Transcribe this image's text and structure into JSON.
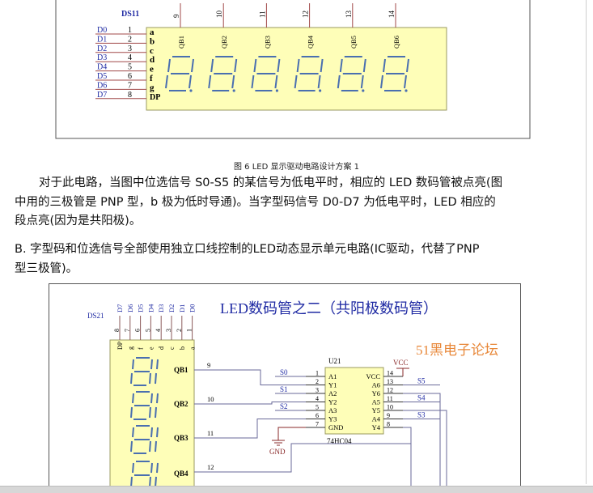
{
  "figure6": {
    "designator": "DS11",
    "top_pins": [
      "9",
      "10",
      "11",
      "12",
      "13",
      "14"
    ],
    "digit_labels": [
      "QB1",
      "QB2",
      "QB3",
      "QB4",
      "QB5",
      "QB6"
    ],
    "inputs": [
      {
        "net": "D0",
        "pin": "1",
        "seg": "a"
      },
      {
        "net": "D1",
        "pin": "2",
        "seg": "b"
      },
      {
        "net": "D2",
        "pin": "3",
        "seg": "c"
      },
      {
        "net": "D3",
        "pin": "4",
        "seg": "d"
      },
      {
        "net": "D4",
        "pin": "5",
        "seg": "e"
      },
      {
        "net": "D5",
        "pin": "6",
        "seg": "f"
      },
      {
        "net": "D6",
        "pin": "7",
        "seg": "g"
      },
      {
        "net": "D7",
        "pin": "8",
        "seg": "DP"
      }
    ],
    "caption": "图 6   LED 显示驱动电路设计方案 1",
    "colors": {
      "display_fill": "#fefeb8",
      "segment": "#4a6fb0",
      "net": "#1f2aa3",
      "wire": "#a14848"
    }
  },
  "paragraph1": [
    "对于此电路，当图中位选信号 S0-S5 的某信号为低电平时，相应的 LED 数码管被点亮(图",
    "中用的三极管是 PNP 型，b 极为低时导通)。当字型码信号 D0-D7 为低电平时，LED 相应的",
    "段点亮(因为是共阳极)。"
  ],
  "paragraph2": [
    "B. 字型码和位选信号全部使用独立口线控制的LED动态显示单元电路(IC驱动，代替了PNP",
    "型三极管)。"
  ],
  "figure7": {
    "title": "LED数码管之二（共阳极数码管）",
    "watermark": "51黑电子论坛",
    "designator": "DS21",
    "top_nets": [
      "D7",
      "D6",
      "D5",
      "D4",
      "D3",
      "D2",
      "D1",
      "D0"
    ],
    "top_pins": [
      "8",
      "7",
      "6",
      "5",
      "4",
      "3",
      "2",
      "1"
    ],
    "seg_labels": [
      "DP",
      "g",
      "f",
      "e",
      "d",
      "c",
      "b",
      "a"
    ],
    "digits": [
      {
        "label": "QB1",
        "pin": "9"
      },
      {
        "label": "QB2",
        "pin": "10"
      },
      {
        "label": "QB3",
        "pin": "11"
      },
      {
        "label": "QB4",
        "pin": "12"
      }
    ],
    "ic": {
      "designator": "U21",
      "part": "74HC04",
      "left_pins": [
        {
          "pin": "1",
          "name": "A1"
        },
        {
          "pin": "2",
          "name": "Y1"
        },
        {
          "pin": "3",
          "name": "A2"
        },
        {
          "pin": "4",
          "name": "Y2"
        },
        {
          "pin": "5",
          "name": "A3"
        },
        {
          "pin": "6",
          "name": "Y3"
        },
        {
          "pin": "7",
          "name": "GND"
        }
      ],
      "right_pins": [
        {
          "pin": "14",
          "name": "VCC"
        },
        {
          "pin": "13",
          "name": "A6"
        },
        {
          "pin": "12",
          "name": "Y6"
        },
        {
          "pin": "11",
          "name": "A5"
        },
        {
          "pin": "10",
          "name": "Y5"
        },
        {
          "pin": "9",
          "name": "A4"
        },
        {
          "pin": "8",
          "name": "Y4"
        }
      ]
    },
    "left_nets": [
      "S0",
      "S1",
      "S2"
    ],
    "right_nets": [
      "S5",
      "S4",
      "S3"
    ],
    "vcc": "VCC",
    "gnd": "GND",
    "colors": {
      "title": "#1f2aa3",
      "watermark": "#e8883a",
      "net": "#1f2aa3",
      "wire": "#6a6a9a",
      "display_fill": "#fefeb8"
    }
  }
}
